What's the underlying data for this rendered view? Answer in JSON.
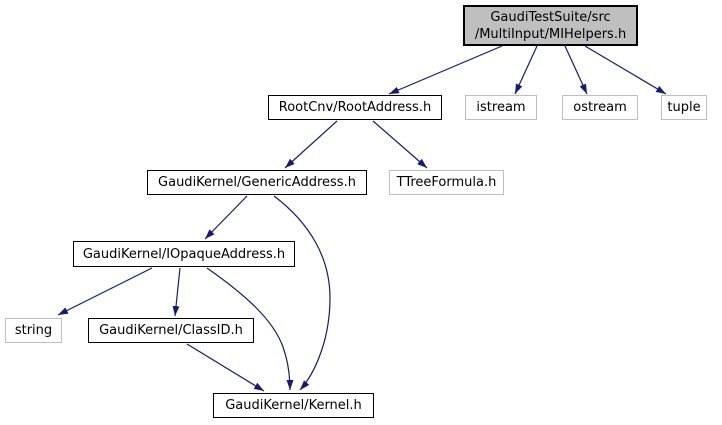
{
  "diagram": {
    "kind": "include-dependency-graph",
    "edge_color": "#191970",
    "main_node_fill": "#bfbfbf",
    "external_node_border": "#bfbfbf",
    "nodes": {
      "mihelpers": {
        "label_line1": "GaudiTestSuite/src",
        "label_line2": "/MultiInput/MIHelpers.h",
        "kind": "main"
      },
      "rootaddress": {
        "label": "RootCnv/RootAddress.h",
        "kind": "internal"
      },
      "istream": {
        "label": "istream",
        "kind": "external"
      },
      "ostream": {
        "label": "ostream",
        "kind": "external"
      },
      "tuple": {
        "label": "tuple",
        "kind": "external"
      },
      "genericaddress": {
        "label": "GaudiKernel/GenericAddress.h",
        "kind": "internal"
      },
      "ttreeformula": {
        "label": "TTreeFormula.h",
        "kind": "external"
      },
      "iopaqueaddress": {
        "label": "GaudiKernel/IOpaqueAddress.h",
        "kind": "internal"
      },
      "string": {
        "label": "string",
        "kind": "external"
      },
      "classid": {
        "label": "GaudiKernel/ClassID.h",
        "kind": "internal"
      },
      "kernel": {
        "label": "GaudiKernel/Kernel.h",
        "kind": "internal"
      }
    },
    "edges": [
      {
        "from": "GaudiTestSuite/src/MultiInput/MIHelpers.h",
        "to": "RootCnv/RootAddress.h"
      },
      {
        "from": "GaudiTestSuite/src/MultiInput/MIHelpers.h",
        "to": "istream"
      },
      {
        "from": "GaudiTestSuite/src/MultiInput/MIHelpers.h",
        "to": "ostream"
      },
      {
        "from": "GaudiTestSuite/src/MultiInput/MIHelpers.h",
        "to": "tuple"
      },
      {
        "from": "RootCnv/RootAddress.h",
        "to": "GaudiKernel/GenericAddress.h"
      },
      {
        "from": "RootCnv/RootAddress.h",
        "to": "TTreeFormula.h"
      },
      {
        "from": "GaudiKernel/GenericAddress.h",
        "to": "GaudiKernel/IOpaqueAddress.h"
      },
      {
        "from": "GaudiKernel/GenericAddress.h",
        "to": "GaudiKernel/Kernel.h"
      },
      {
        "from": "GaudiKernel/IOpaqueAddress.h",
        "to": "string"
      },
      {
        "from": "GaudiKernel/IOpaqueAddress.h",
        "to": "GaudiKernel/ClassID.h"
      },
      {
        "from": "GaudiKernel/IOpaqueAddress.h",
        "to": "GaudiKernel/Kernel.h"
      },
      {
        "from": "GaudiKernel/ClassID.h",
        "to": "GaudiKernel/Kernel.h"
      }
    ]
  }
}
